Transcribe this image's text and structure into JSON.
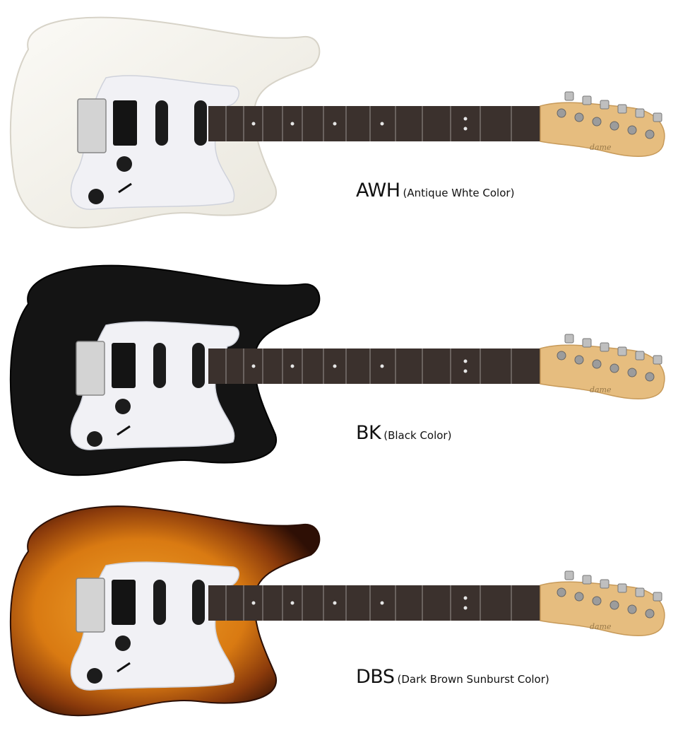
{
  "variants": [
    {
      "code": "AWH",
      "description": "(Antique Whte Color)",
      "body_color": "#f4f2ec",
      "body_edge": "#d9d6cc"
    },
    {
      "code": "BK",
      "description": "(Black Color)",
      "body_color": "#151515",
      "body_edge": "#000000"
    },
    {
      "code": "DBS",
      "description": "(Dark Brown Sunburst Color)",
      "body_color": "#e08a1c",
      "body_edge": "#3a1507"
    }
  ],
  "headstock_logo": "dame",
  "colors": {
    "pickguard": "#f3f3f6",
    "fretboard": "#3a302c",
    "maple": "#e8bf80",
    "chrome": "#c9c9c9"
  }
}
